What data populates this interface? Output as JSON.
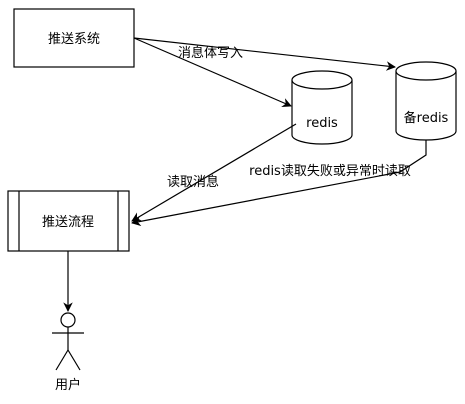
{
  "nodes": {
    "push_system": {
      "label": "推送系统"
    },
    "redis": {
      "label": "redis"
    },
    "backup_redis": {
      "label": "备redis"
    },
    "push_flow": {
      "label": "推送流程"
    },
    "user": {
      "label": "用户"
    }
  },
  "edges": {
    "write_msg": {
      "label": "消息体写入"
    },
    "read_msg": {
      "label": "读取消息"
    },
    "fallback_read": {
      "label": "redis读取失败或异常时读取"
    }
  }
}
